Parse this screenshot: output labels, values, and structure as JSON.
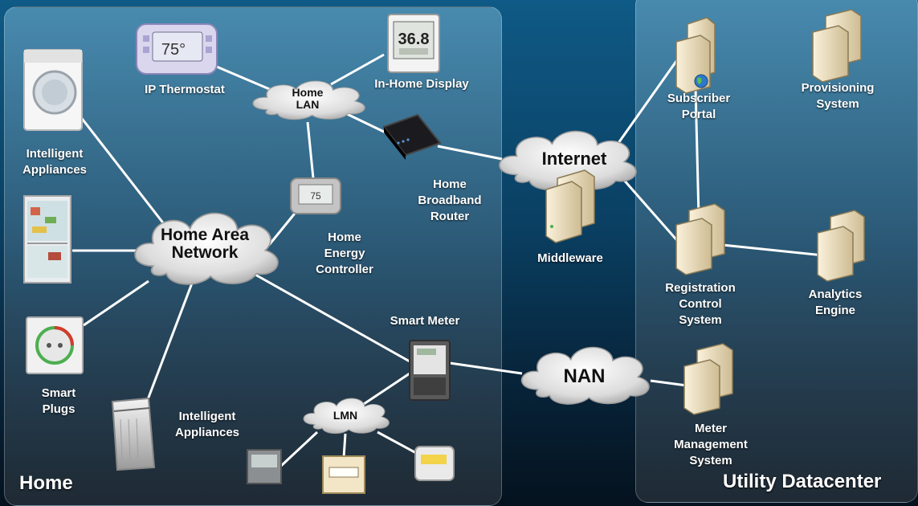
{
  "panels": {
    "home": "Home",
    "datacenter": "Utility Datacenter"
  },
  "clouds": {
    "home_lan": "Home\nLAN",
    "home_area_network": "Home Area\nNetwork",
    "internet": "Internet",
    "nan": "NAN",
    "lmn": "LMN"
  },
  "devices": {
    "ip_thermostat": "IP Thermostat",
    "in_home_display": "In-Home Display",
    "intelligent_appliances_top": "Intelligent\nAppliances",
    "home_broadband_router": "Home\nBroadband\nRouter",
    "home_energy_controller": "Home\nEnergy\nController",
    "smart_meter": "Smart Meter",
    "smart_plugs": "Smart\nPlugs",
    "intelligent_appliances_bottom": "Intelligent\nAppliances",
    "middleware": "Middleware"
  },
  "servers": {
    "subscriber_portal": "Subscriber\nPortal",
    "provisioning_system": "Provisioning\nSystem",
    "registration_control_system": "Registration\nControl\nSystem",
    "analytics_engine": "Analytics\nEngine",
    "meter_management_system": "Meter\nManagement\nSystem"
  },
  "device_readouts": {
    "thermostat_temp": "75°",
    "display_reading": "36.8",
    "controller_temp": "75"
  },
  "colors": {
    "link": "#ffffff",
    "cloud_fill": "#e4e4e4",
    "server_fill": "#efe2c2"
  }
}
